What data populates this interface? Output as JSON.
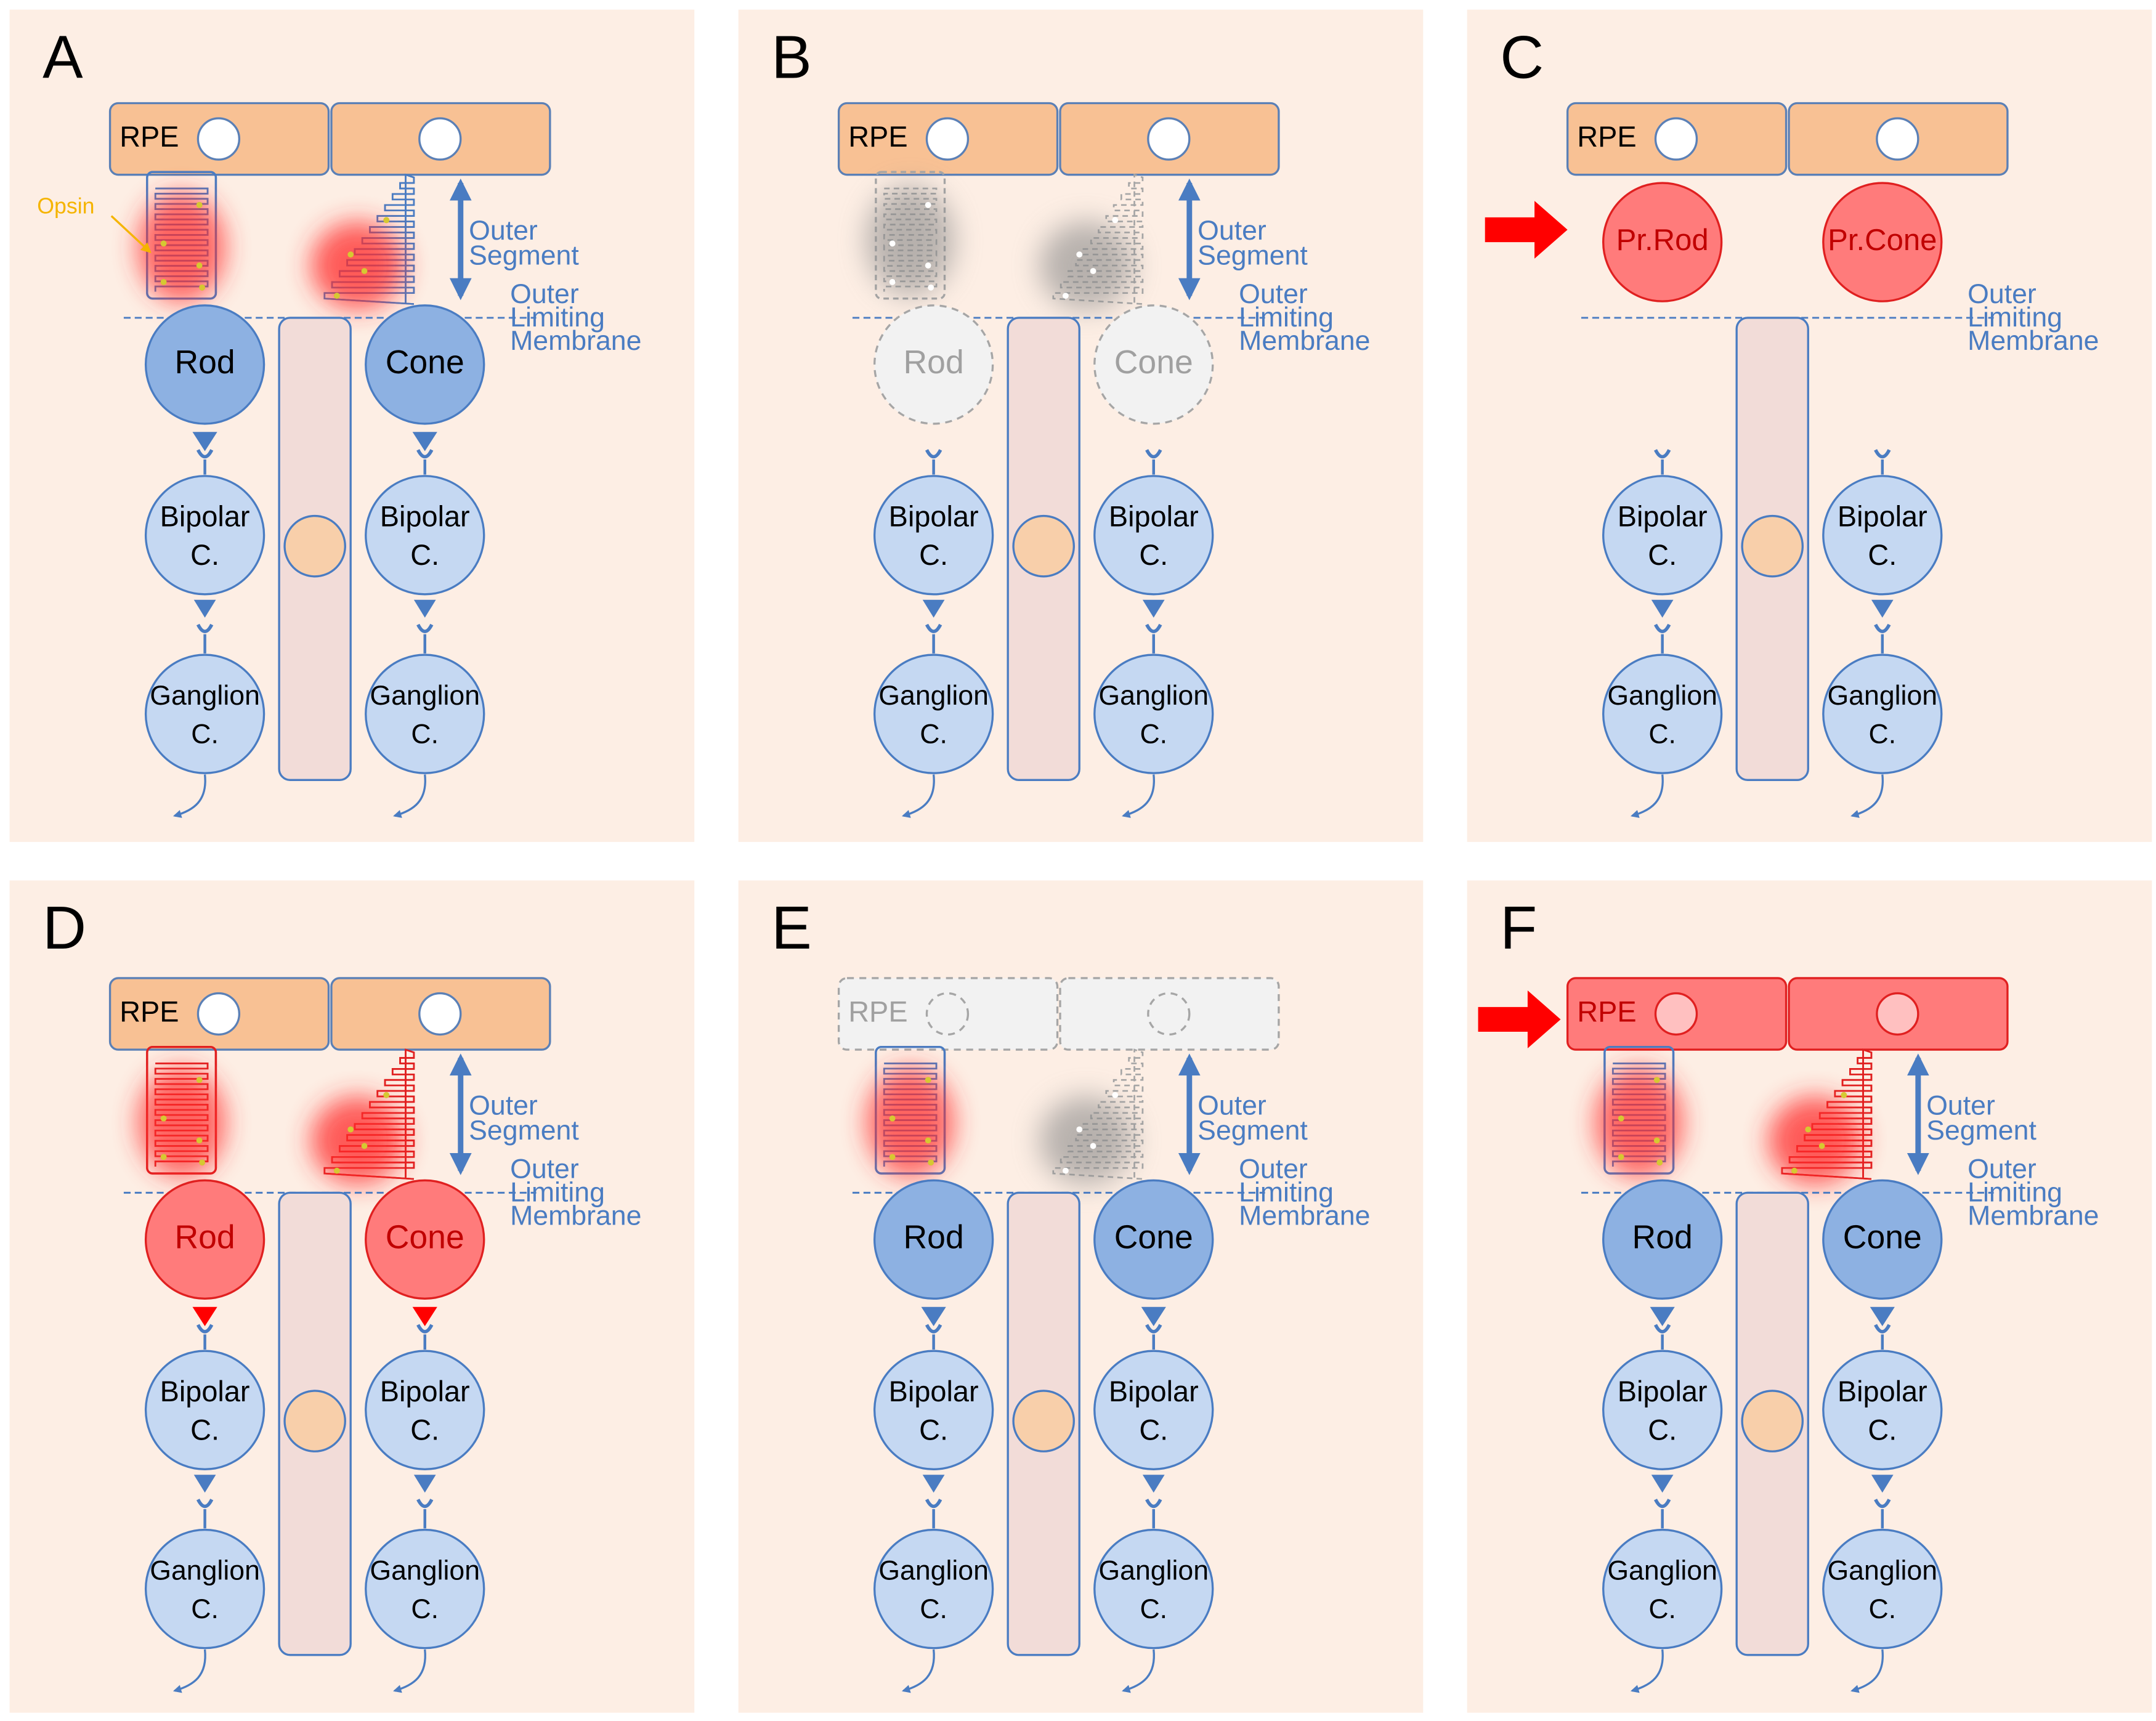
{
  "colors": {
    "panel_bg": "#fdeee4",
    "rpe_fill": "#f8c194",
    "rpe_stroke": "#5b80b6",
    "blue_dark": "#8db1e2",
    "blue_light": "#c5d8f2",
    "cell_stroke": "#4a7cc2",
    "label_blue": "#4a7cc2",
    "muller_fill": "#f2dcd8",
    "muller_nucleus": "#f8cfaa",
    "red_fill": "#ff7b7b",
    "red_stroke": "#e02020",
    "red_text": "#c00000",
    "arrow_red": "#ff0000",
    "gray_fill": "#f2f2f2",
    "gray_stroke": "#a6a6a6",
    "gray_text": "#a0a0a0",
    "opsin_yellow": "#f5b400"
  },
  "icons": {
    "injection_arrow": "red-block-arrow-icon",
    "segment_arrow": "double-headed-arrow-icon"
  },
  "labels": {
    "rpe": "RPE",
    "rod": "Rod",
    "cone": "Cone",
    "bipolar_1": "Bipolar",
    "bipolar_2": "C.",
    "ganglion_1": "Ganglion",
    "ganglion_2": "C.",
    "outer_segment_1": "Outer",
    "outer_segment_2": "Segment",
    "olm_1": "Outer",
    "olm_2": "Limiting",
    "olm_3": "Membrane",
    "opsin": "Opsin",
    "pr_rod": "Pr.Rod",
    "pr_cone": "Pr.Cone"
  },
  "panels": [
    {
      "id": "A",
      "letter": "A",
      "rpe": "normal",
      "photoreceptors": "healthy",
      "rod_os": "glow",
      "cone_os": "glow",
      "os_style": "blue",
      "injection": false,
      "show_opsin": true
    },
    {
      "id": "B",
      "letter": "B",
      "rpe": "normal",
      "photoreceptors": "lost",
      "rod_os": "gray",
      "cone_os": "gray",
      "os_style": "gray",
      "injection": false,
      "show_opsin": false
    },
    {
      "id": "C",
      "letter": "C",
      "rpe": "normal",
      "photoreceptors": "precursor",
      "rod_os": "none",
      "cone_os": "none",
      "os_style": "none",
      "injection": true,
      "show_opsin": false
    },
    {
      "id": "D",
      "letter": "D",
      "rpe": "normal",
      "photoreceptors": "red",
      "rod_os": "glow",
      "cone_os": "glow",
      "os_style": "red",
      "injection": false,
      "show_opsin": false
    },
    {
      "id": "E",
      "letter": "E",
      "rpe": "lost",
      "photoreceptors": "healthy",
      "rod_os": "glow",
      "cone_os": "gray",
      "os_style": "mixed",
      "injection": false,
      "show_opsin": false
    },
    {
      "id": "F",
      "letter": "F",
      "rpe": "red",
      "photoreceptors": "healthy",
      "rod_os": "glow",
      "cone_os": "glow",
      "os_style": "mixedred",
      "injection": true,
      "show_opsin": false
    }
  ]
}
